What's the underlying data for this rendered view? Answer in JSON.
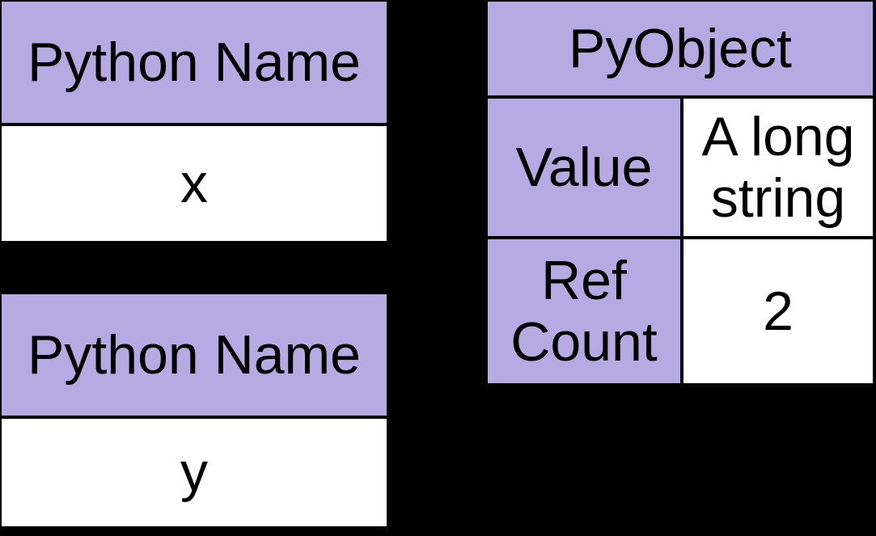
{
  "colors": {
    "background": "#000000",
    "header_fill": "#b5aae2",
    "cell_fill": "#ffffff",
    "border": "#000000",
    "text": "#000000"
  },
  "name_tables": [
    {
      "header": "Python Name",
      "value": "x"
    },
    {
      "header": "Python Name",
      "value": "y"
    }
  ],
  "object_table": {
    "header": "PyObject",
    "rows": [
      {
        "label": "Value",
        "value": "A long string"
      },
      {
        "label": "Ref Count",
        "value": "2"
      }
    ]
  }
}
